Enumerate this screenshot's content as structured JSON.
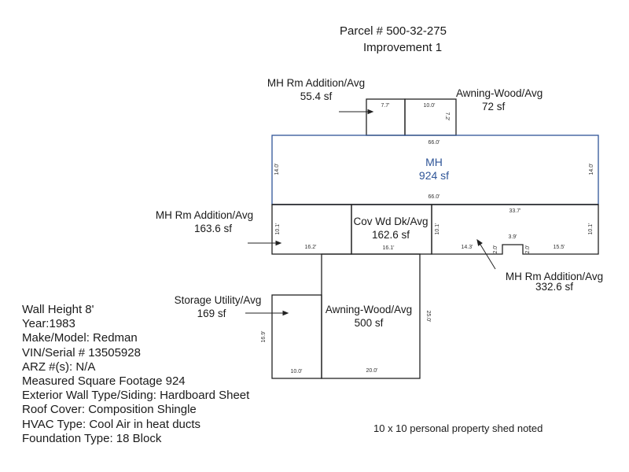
{
  "header": {
    "parcel": "Parcel # 500-32-275",
    "improvement": "Improvement 1"
  },
  "areas": [
    {
      "id": "mh",
      "name": "MH",
      "area": "924 sf",
      "color": "#2f5597",
      "dims": {
        "top": "66.0'",
        "bottom": "66.0'",
        "left": "14.0'",
        "right": "14.0'"
      }
    },
    {
      "id": "mh-rm-add-top",
      "name": "MH Rm Addition/Avg",
      "area": "55.4 sf",
      "dims": {
        "top": "7.7'"
      }
    },
    {
      "id": "awning-top",
      "name": "Awning-Wood/Avg",
      "area": "72 sf",
      "dims": {
        "top": "10.0'",
        "right": "7.2'"
      }
    },
    {
      "id": "mh-rm-add-left",
      "name": "MH Rm Addition/Avg",
      "area": "163.6 sf",
      "dims": {
        "left": "10.1'",
        "bottom": "16.2'"
      }
    },
    {
      "id": "cov-wd-dk",
      "name": "Cov Wd Dk/Avg",
      "area": "162.6 sf",
      "dims": {
        "bottom": "16.1'"
      }
    },
    {
      "id": "mh-rm-add-right",
      "name": "MH Rm Addition/Avg",
      "area": "332.6 sf",
      "dims": {
        "top": "33.7'",
        "left": "10.1'",
        "right": "10.1'",
        "bottom_left": "14.3'",
        "notch_left": "2.0'",
        "notch_top": "3.9'",
        "notch_right": "2.0'",
        "bottom_right": "15.5'"
      }
    },
    {
      "id": "storage",
      "name": "Storage Utility/Avg",
      "area": "169 sf",
      "dims": {
        "left": "16.9'",
        "bottom": "10.0'"
      }
    },
    {
      "id": "awning-bottom",
      "name": "Awning-Wood/Avg",
      "area": "500 sf",
      "dims": {
        "right": "25.0'",
        "bottom": "20.0'"
      }
    }
  ],
  "info": [
    "Wall Height 8'",
    "Year:1983",
    "Make/Model: Redman",
    "VIN/Serial # 13505928",
    "ARZ #(s): N/A",
    "Measured Square Footage 924",
    "Exterior Wall Type/Siding: Hardboard Sheet",
    "Roof Cover: Composition Shingle",
    "HVAC Type: Cool Air in heat ducts",
    "Foundation Type: 18 Block"
  ],
  "note": "10 x 10 personal property shed noted"
}
